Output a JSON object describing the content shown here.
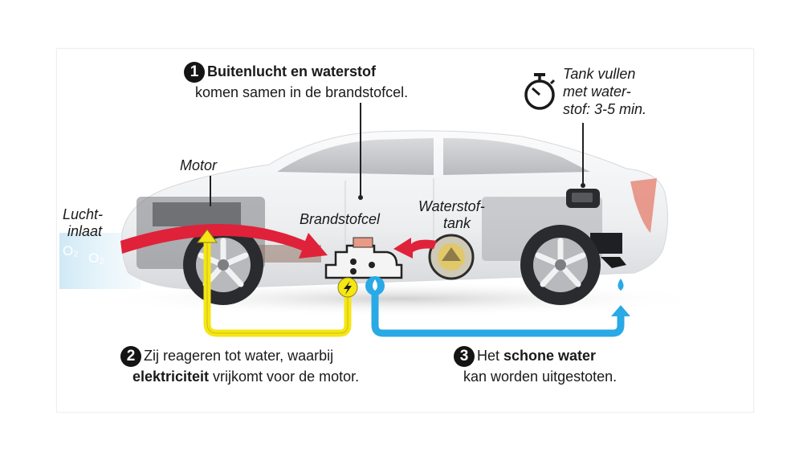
{
  "colors": {
    "air_arrow": "#e0213a",
    "electric_arrow": "#f5e614",
    "water_arrow": "#29a9e6",
    "car_body": "#f1f1f3",
    "text": "#1a1a1a",
    "badge": "#141414"
  },
  "steps": [
    {
      "number": "1",
      "bold": "Buitenlucht en waterstof",
      "line2": "komen samen in de brandstofcel."
    },
    {
      "number": "2",
      "line1": "Zij reageren tot water, waarbij",
      "bold": "elektriciteit",
      "rest": " vrijkomt voor de motor."
    },
    {
      "number": "3",
      "prefix": "Het ",
      "bold": "schone water",
      "line2": "kan worden uitgestoten."
    }
  ],
  "labels": {
    "motor": "Motor",
    "air_inlet_1": "Lucht-",
    "air_inlet_2": "inlaat",
    "fuel_cell": "Brandstofcel",
    "hydrogen_tank_1": "Waterstof-",
    "hydrogen_tank_2": "tank",
    "oxygen": "O₂",
    "refuel_1": "Tank vullen",
    "refuel_2": "met water-",
    "refuel_3": "stof: 3-5 min."
  },
  "icons": {
    "stopwatch": "stopwatch-icon",
    "lightning": "lightning-icon",
    "water_drop": "water-drop-icon"
  }
}
